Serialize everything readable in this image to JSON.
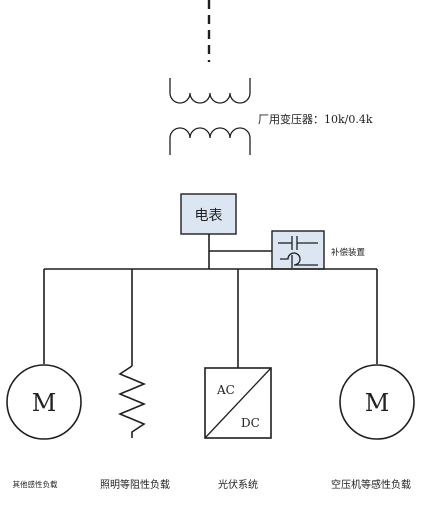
{
  "transformer_label": "厂用变压器：10k/0.4k",
  "meter_label": "电表",
  "compensation_label": "补偿装置",
  "converter": {
    "ac": "AC",
    "dc": "DC"
  },
  "motor_symbol": "M",
  "loads": [
    {
      "label": "其他感性负载"
    },
    {
      "label": "照明等阻性负载"
    },
    {
      "label": "光伏系统"
    },
    {
      "label": "空压机等感性负载"
    }
  ]
}
